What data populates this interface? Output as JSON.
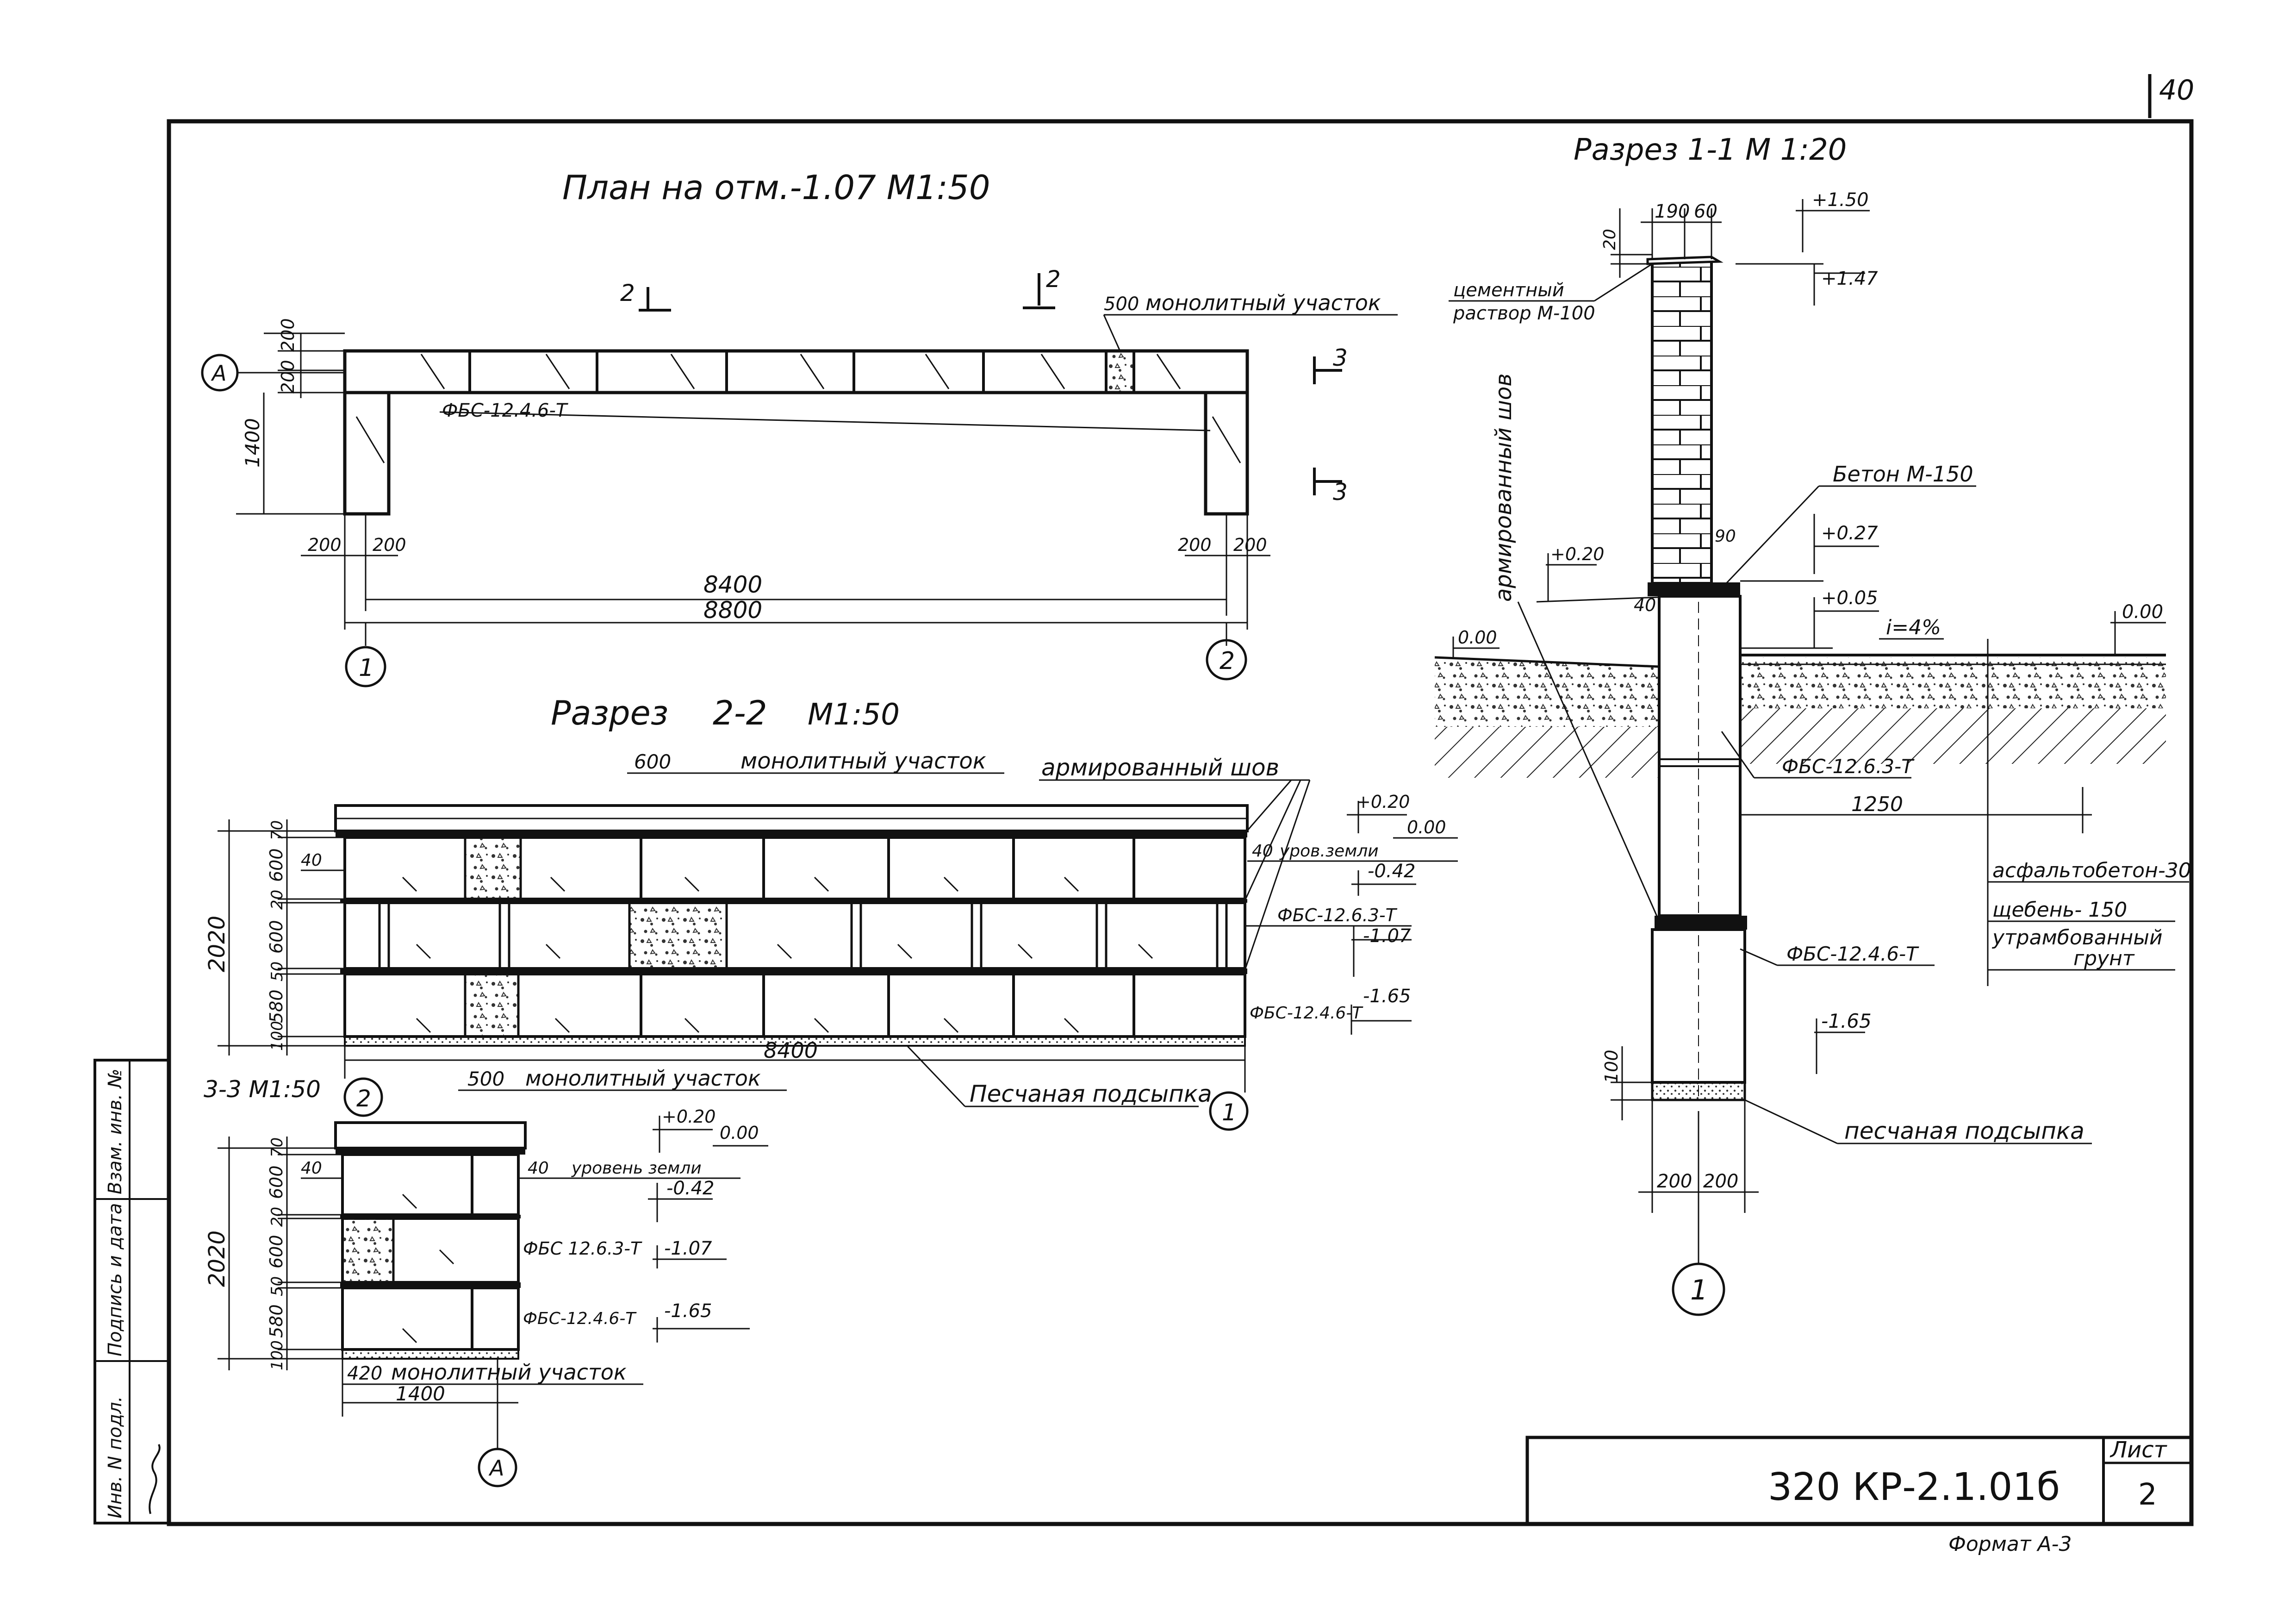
{
  "sheet": {
    "page_corner_number": "40",
    "document_code": "320 КР-2.1.01б",
    "sheet_label": "Лист",
    "sheet_number": "2",
    "format_note": "Формат А-3",
    "side_stamp": [
      "Инв. N подл.",
      "Подпись и дата",
      "Взам. инв. №"
    ]
  },
  "plan": {
    "title": "План на отм.-1.07 М1:50",
    "axis_a": "А",
    "axis_1": "1",
    "axis_2": "2",
    "cut_2_left": "2",
    "cut_2_right": "2",
    "cut_3_top": "3",
    "cut_3_bottom": "3",
    "monolith_dim": "500",
    "monolith_label": "монолитный участок",
    "block_label": "ФБС-12.4.6-Т",
    "dim_200_top": "200",
    "dim_200_mid": "200",
    "dim_1400": "1400",
    "dim_200_l1": "200",
    "dim_200_l2": "200",
    "dim_200_r1": "200",
    "dim_200_r2": "200",
    "dim_8400": "8400",
    "dim_8800": "8800"
  },
  "section22": {
    "title_word": "Разрез",
    "title_num": "2-2",
    "title_scale": "М1:50",
    "monolith_dim": "600",
    "monolith_label": "монолитный участок",
    "rebar_label": "армированный шов",
    "dim_70": "70",
    "dim_600a": "600",
    "dim_20": "20",
    "dim_600b": "600",
    "dim_50": "50",
    "dim_580": "580",
    "dim_100": "100",
    "dim_2020": "2020",
    "dim_40_left": "40",
    "dim_40_right": "40",
    "ground_label": "уров.земли",
    "lvl_p020": "+0.20",
    "lvl_000": "0.00",
    "lvl_m042": "-0.42",
    "lvl_m107": "-1.07",
    "lvl_m165": "-1.65",
    "block_upper": "ФБС-12.6.3-Т",
    "block_lower": "ФБС-12.4.6-Т",
    "dim_8400": "8400",
    "axis_2": "2",
    "axis_1": "1",
    "sand_label": "Песчаная подсыпка"
  },
  "section33": {
    "title": "3-3 М1:50",
    "monolith_dim": "500",
    "monolith_label": "монолитный участок",
    "lvl_p020": "+0.20",
    "lvl_000": "0.00",
    "ground_label": "уровень земли",
    "lvl_m042": "-0.42",
    "lvl_m107": "-1.07",
    "lvl_m165": "-1.65",
    "block_upper": "ФБС 12.6.3-Т",
    "block_lower": "ФБС-12.4.6-Т",
    "dim_70": "70",
    "dim_600a": "600",
    "dim_20": "20",
    "dim_600b": "600",
    "dim_50": "50",
    "dim_580": "580",
    "dim_100": "100",
    "dim_2020": "2020",
    "dim_40_left": "40",
    "dim_40_right": "40",
    "bottom_dim": "420",
    "bottom_label": "монолитный участок",
    "dim_1400": "1400",
    "axis_a": "А"
  },
  "section11": {
    "title": "Разрез 1-1 М 1:20",
    "dim_190": "190",
    "dim_60": "60",
    "dim_20": "20",
    "lvl_p150": "+1.50",
    "lvl_p147": "+1.47",
    "mortar_line1": "цементный",
    "mortar_line2": "раствор М-100",
    "rebar_vertical": "армированный шов",
    "concrete_label": "Бетон М-150",
    "dim_90": "90",
    "lvl_p027": "+0.27",
    "lvl_p020": "+0.20",
    "dim_40": "40",
    "lvl_p005": "+0.05",
    "slope": "i=4%",
    "lvl_000_left": "0.00",
    "lvl_000_right": "0.00",
    "block_upper": "ФБС-12.6.3-Т",
    "dim_1250": "1250",
    "layer1": "асфальтобетон-30",
    "layer2": "щебень- 150",
    "layer3a": "утрамбованный",
    "layer3b": "грунт",
    "block_lower": "ФБС-12.4.6-Т",
    "lvl_m165": "-1.65",
    "dim_100": "100",
    "sand_label": "песчаная подсыпка",
    "dim_200a": "200",
    "dim_200b": "200",
    "axis_1": "1"
  }
}
